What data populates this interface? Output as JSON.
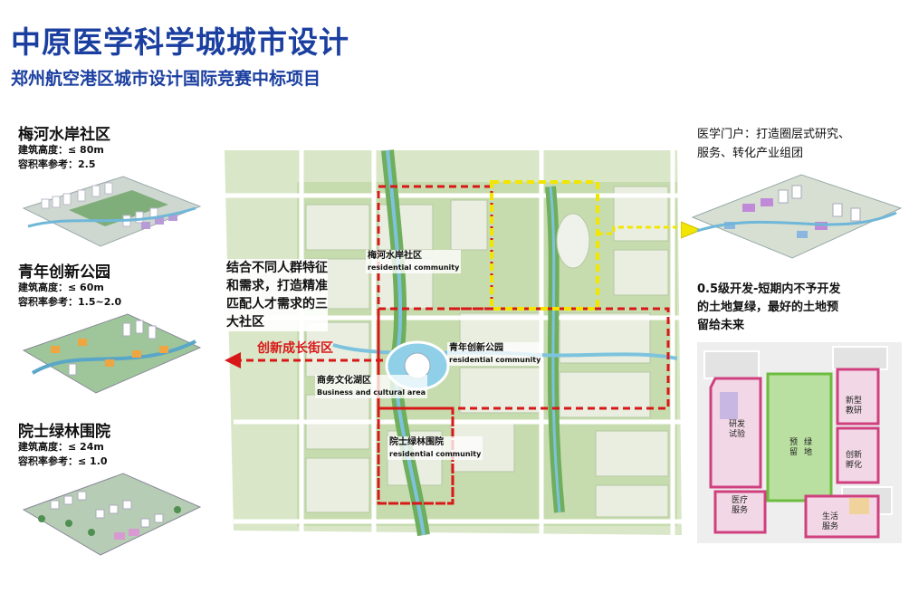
{
  "title": "中原医学科学城城市设计",
  "subtitle": "郑州航空港区城市设计国际竞赛中标项目",
  "communities": [
    {
      "name": "梅河水岸社区",
      "height": "建筑高度：≤ 80m",
      "far": "容积率参考：2.5"
    },
    {
      "name": "青年创新公园",
      "height": "建筑高度：≤ 60m",
      "far": "容积率参考：1.5~2.0"
    },
    {
      "name": "院士绿林围院",
      "height": "建筑高度：≤ 24m",
      "far": "容积率参考：≤ 1.0"
    }
  ],
  "map": {
    "note": [
      "结合不同人群特征",
      "和需求，打造精准",
      "匹配人才需求的三",
      "大社区"
    ],
    "arrow_label": "创新成长街区",
    "labels": [
      {
        "cn": "梅河水岸社区",
        "en": "residential community"
      },
      {
        "cn": "青年创新公园",
        "en": "residential community"
      },
      {
        "cn": "商务文化湖区",
        "en": "Business and cultural area"
      },
      {
        "cn": "院士绿林围院",
        "en": "residential community"
      }
    ]
  },
  "right": {
    "gateway": [
      "医学门户：打造圈层式研究、",
      "服务、转化产业组团"
    ],
    "phase": [
      "0.5级开发-短期内不予开发",
      "的土地复绿，最好的土地预",
      "留给未来"
    ],
    "zones": [
      {
        "t1": "研发",
        "t2": "试验"
      },
      {
        "t1": "预",
        "t2": "留"
      },
      {
        "t1": "绿",
        "t2": "地"
      },
      {
        "t1": "新型",
        "t2": "教研"
      },
      {
        "t1": "创新",
        "t2": "孵化"
      },
      {
        "t1": "医疗",
        "t2": "服务"
      },
      {
        "t1": "生活",
        "t2": "服务"
      }
    ]
  },
  "colors": {
    "title_blue": "#1b3fa0",
    "dash_red": "#d81818",
    "dash_yellow": "#f2e600"
  }
}
